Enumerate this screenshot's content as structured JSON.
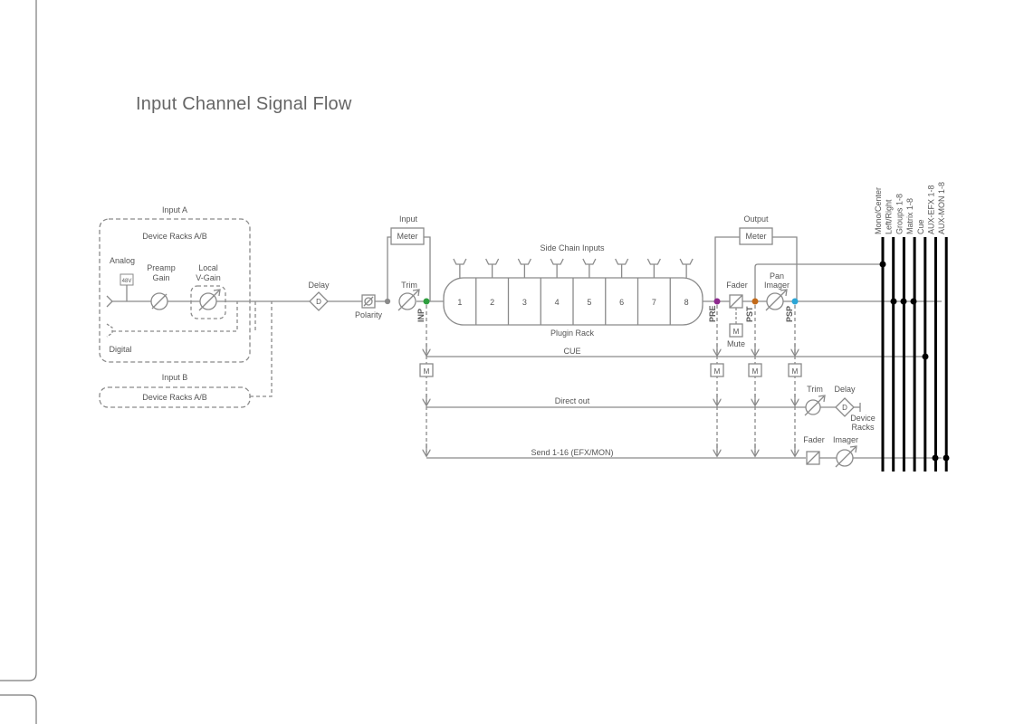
{
  "page": {
    "title": "Input Channel Signal Flow"
  },
  "colors": {
    "line": "#8a8a8a",
    "bus": "#000000",
    "dot_inp": "#2e9e3e",
    "dot_pre": "#8e2a8e",
    "dot_pst": "#c26a1a",
    "dot_psp": "#2ca6d6"
  },
  "input_a": {
    "title": "Input A",
    "racks": "Device Racks A/B",
    "analog": "Analog",
    "phantom": "48V",
    "preamp_gain": [
      "Preamp",
      "Gain"
    ],
    "local_vgain": [
      "Local",
      "V-Gain"
    ],
    "digital": "Digital"
  },
  "input_b": {
    "title": "Input B",
    "racks": "Device Racks A/B"
  },
  "chain": {
    "delay": "Delay",
    "delay_symbol": "D",
    "polarity": "Polarity",
    "trim": "Trim",
    "input_meter_title": "Input",
    "meter": "Meter",
    "side_chain": "Side Chain Inputs",
    "plugin_slots": [
      "1",
      "2",
      "3",
      "4",
      "5",
      "6",
      "7",
      "8"
    ],
    "plugin_rack": "Plugin Rack",
    "output_meter_title": "Output",
    "fader": "Fader",
    "pan_imager": [
      "Pan",
      "Imager"
    ],
    "mute_symbol": "M",
    "mute": "Mute"
  },
  "taps": [
    "INP",
    "PRE",
    "PST",
    "PSP"
  ],
  "rows": {
    "cue": "CUE",
    "direct_out": "Direct out",
    "send": "Send 1-16 (EFX/MON)"
  },
  "direct_out_chain": {
    "trim": "Trim",
    "delay": "Delay",
    "delay_symbol": "D",
    "device_racks": [
      "Device",
      "Racks"
    ]
  },
  "send_chain": {
    "fader": "Fader",
    "imager": "Imager"
  },
  "buses": [
    "Mono/Center",
    "Left/Right",
    "Groups 1-8",
    "Matrix 1-8",
    "Cue",
    "AUX-EFX 1-8",
    "AUX-MON 1-8"
  ]
}
